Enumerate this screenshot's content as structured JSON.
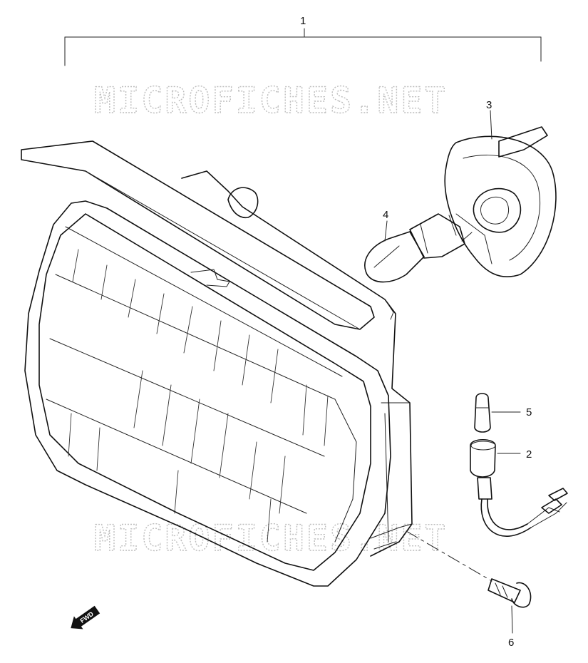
{
  "watermark": "MICROFICHES.NET",
  "fwd_label": "FWD",
  "callouts": [
    {
      "id": "callout-1",
      "label": "1"
    },
    {
      "id": "callout-2",
      "label": "2"
    },
    {
      "id": "callout-3",
      "label": "3"
    },
    {
      "id": "callout-4",
      "label": "4"
    },
    {
      "id": "callout-5",
      "label": "5"
    },
    {
      "id": "callout-6",
      "label": "6"
    }
  ]
}
